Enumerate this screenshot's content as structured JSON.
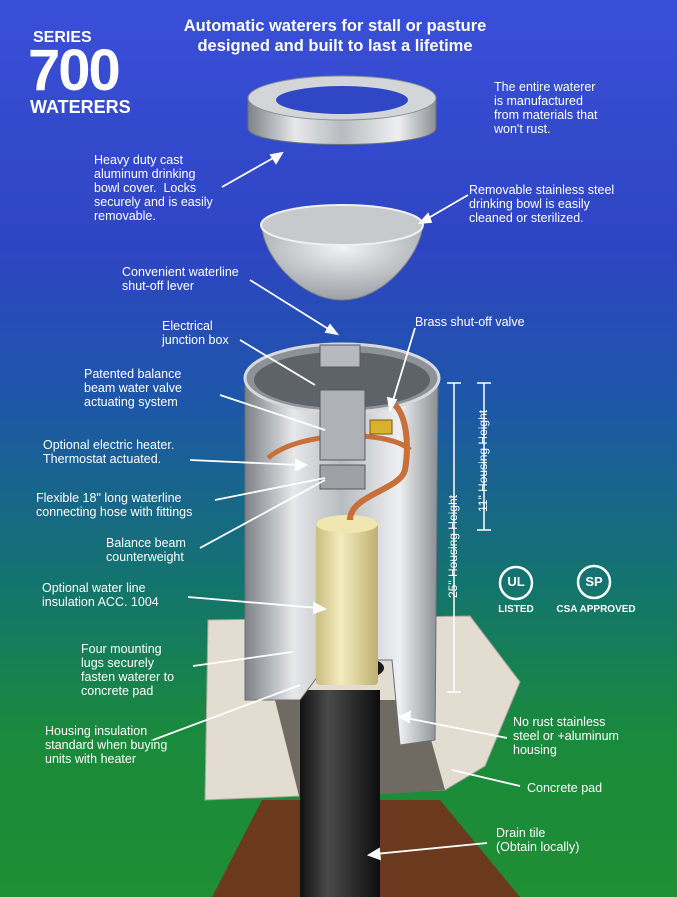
{
  "brand": {
    "series": "SERIES",
    "number": "700",
    "product": "WATERERS"
  },
  "headline": "Automatic waterers for stall or pasture\ndesigned and built to last a lifetime",
  "callouts": {
    "no_rust": "The entire waterer\nis manufactured\nfrom materials that\nwon't rust.",
    "bowl_cover": "Heavy duty cast\naluminum drinking\nbowl cover.  Locks\nsecurely and is easily\nremovable.",
    "stainless_bowl": "Removable stainless steel\ndrinking bowl is easily\ncleaned or sterilized.",
    "shutoff_lever": "Convenient waterline\nshut-off lever",
    "junction_box": "Electrical\njunction box",
    "brass_valve": "Brass shut-off valve",
    "balance_beam": "Patented balance\nbeam water valve\nactuating system",
    "heater": "Optional electric heater.\nThermostat actuated.",
    "hose": "Flexible 18\" long waterline\nconnecting hose with fittings",
    "counterweight": "Balance beam\ncounterweight",
    "insulation": "Optional water line\ninsulation ACC. 1004",
    "lugs": "Four mounting\nlugs securely\nfasten waterer to\nconcrete pad",
    "housing_insulation": "Housing insulation\nstandard when buying\nunits with heater",
    "housing_material": "No rust stainless\nsteel or +aluminum\nhousing",
    "concrete_pad": "Concrete pad",
    "drain_tile": "Drain tile\n(Obtain locally)"
  },
  "dimensions": {
    "housing_11": "11\" Housing Height",
    "housing_25": "25\" Housing Height"
  },
  "badges": {
    "ul_mark": "UL",
    "ul_label": "LISTED",
    "csa_mark": "SP",
    "csa_label": "CSA APPROVED"
  },
  "colors": {
    "bg_top": "#3a4fd8",
    "bg_bottom": "#1f8e34",
    "metal": "#c9ccd0",
    "pipe": "#2a2a2a",
    "insulation": "#e8dca0",
    "copper": "#c8703a",
    "soil": "#6b3a1e"
  }
}
